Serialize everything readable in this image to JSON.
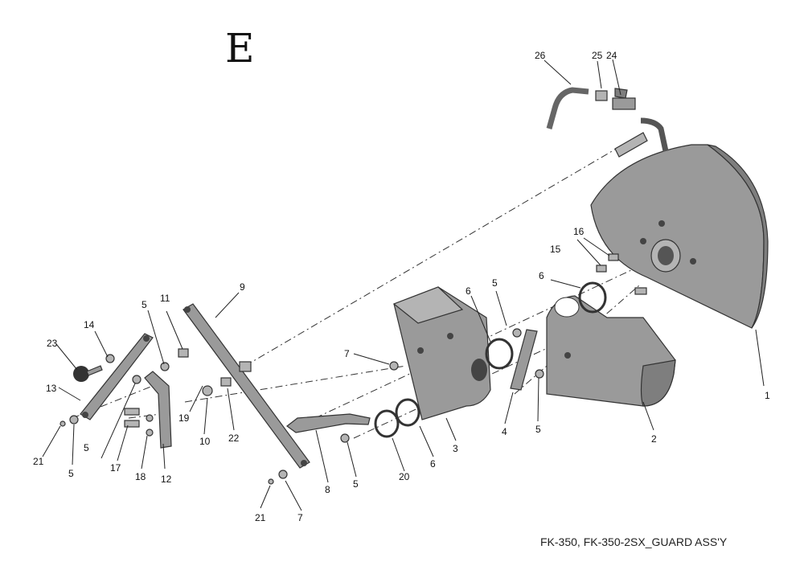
{
  "section_letter": "E",
  "caption": "FK-350, FK-350-2SX_GUARD ASS'Y",
  "callouts": [
    "1",
    "2",
    "3",
    "4",
    "5",
    "5",
    "5",
    "5",
    "5",
    "5",
    "6",
    "6",
    "6",
    "7",
    "7",
    "8",
    "9",
    "10",
    "11",
    "12",
    "13",
    "14",
    "15",
    "16",
    "17",
    "18",
    "19",
    "20",
    "21",
    "21",
    "22",
    "23",
    "24",
    "25",
    "26"
  ]
}
